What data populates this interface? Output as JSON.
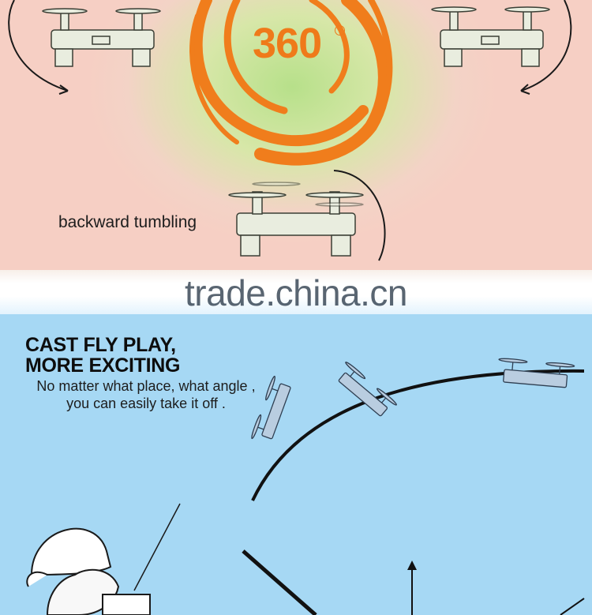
{
  "rotation": {
    "value": "360",
    "degree_symbol": "°"
  },
  "labels": {
    "backward": "backward tumbling"
  },
  "watermark": "trade.china.cn",
  "headline": {
    "line1": "CAST FLY PLAY,",
    "line2": "MORE EXCITING"
  },
  "subline": {
    "line1": "No matter what place, what angle ,",
    "line2": "you can easily take it off ."
  },
  "colors": {
    "accent": "#ef7a1a",
    "sky": "#a6d8f4",
    "peach": "#f6cfc4",
    "green": "#b7e08a"
  },
  "icons": [
    "drone-icon",
    "rotation-arrow-icon",
    "child-pilot-icon",
    "flight-arc-icon"
  ]
}
